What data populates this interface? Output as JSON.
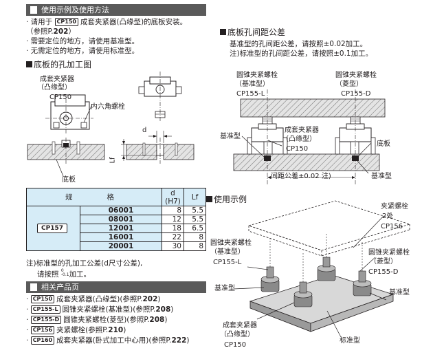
{
  "usage_section": {
    "title": "使用示例及使用方法",
    "bullets": [
      {
        "prefix": "· 请用于",
        "code": "CP150",
        "text": "成套夹紧器(凸缘型)的底板安装。"
      },
      {
        "text": "（参照P.",
        "bold": "202",
        "suffix": "）"
      },
      {
        "text": "· 需要定位的地方，请使用基准型。"
      },
      {
        "text": "· 无需定位的地方，请使用标准型。"
      }
    ]
  },
  "hole_section": {
    "title": "底板的孔加工图",
    "labels": {
      "clamp_set": "成套夹紧器",
      "flange_type": "（凸缘型）",
      "cp150": "CP150",
      "hex_bolt": "内六角螺栓",
      "d": "d",
      "lf": "Lf",
      "base_plate": "底板"
    }
  },
  "table": {
    "headers": [
      "规",
      "格",
      "d\n(H7)",
      "Lf"
    ],
    "header_d_line1": "d",
    "header_d_line2": "(H7)",
    "group": "CP157",
    "rows": [
      {
        "size": "06001",
        "d": "8",
        "lf": "5.5"
      },
      {
        "size": "08001",
        "d": "12",
        "lf": "5.5"
      },
      {
        "size": "12001",
        "d": "18",
        "lf": "6.5"
      },
      {
        "size": "16001",
        "d": "22",
        "lf": "8"
      },
      {
        "size": "20001",
        "d": "30",
        "lf": "8"
      }
    ],
    "note_line1": "注)标准型的孔加工公差(d尺寸公差),",
    "note_line2": "请按照",
    "note_tol_top": "0",
    "note_tol_bottom": "-0.1",
    "note_line2_suffix": "加工。"
  },
  "related_section": {
    "title": "相关产品页",
    "items": [
      {
        "code": "CP150",
        "text": "成套夹紧器(凸缘型)(参照P.",
        "page": "202",
        "end": ")"
      },
      {
        "code": "CP155-L",
        "text": "圆锥夹紧螺栓(基准型)(参照P.",
        "page": "208",
        "end": ")"
      },
      {
        "code": "CP155-D",
        "text": "圆锥夹紧螺栓(菱型)(参照P.",
        "page": "208",
        "end": ")"
      },
      {
        "code": "CP156",
        "text": "夹紧螺栓(参照P.",
        "page": "210",
        "end": ")"
      },
      {
        "code": "CP160",
        "text": "成套夹紧器(卧式加工中心用)(参照P.",
        "page": "222",
        "end": ")"
      }
    ]
  },
  "pitch_section": {
    "title": "底板孔间距公差",
    "line1": "基准型的孔间距公差，请按照±0.02加工。",
    "line2": "注)标准型的孔间距公差，请按照±0.1加工。",
    "labels": {
      "cone_bolt": "圆锥夹紧螺栓",
      "ref_type": "（基准型）",
      "cp155l": "CP155-L",
      "cone_bolt2": "圆锥夹紧螺栓",
      "diamond_type": "（菱型）",
      "cp155d": "CP155-D",
      "ref_left": "基准型",
      "clamp_set": "成套夹紧器",
      "flange_type": "（凸缘型）",
      "cp150": "CP150",
      "base_plate": "底板",
      "pitch_tol": "间距公差±0.02 注)",
      "ref_right": "基准型"
    }
  },
  "example_section": {
    "title": "使用示例",
    "labels": {
      "clamp_bolt": "夹紧螺栓",
      "two_places": "2处",
      "cp156": "CP156",
      "cone_bolt": "圆锥夹紧螺栓",
      "ref_type": "（基准型）",
      "cp155l": "CP155-L",
      "cone_bolt2": "圆锥夹紧螺栓",
      "diamond_type": "（菱型）",
      "cp155d": "CP155-D",
      "ref_left": "基准型",
      "ref_right": "基准型",
      "clamp_set": "成套夹紧器",
      "flange_type": "（凸缘型）",
      "cp150": "CP150",
      "std_type": "标准型"
    }
  }
}
